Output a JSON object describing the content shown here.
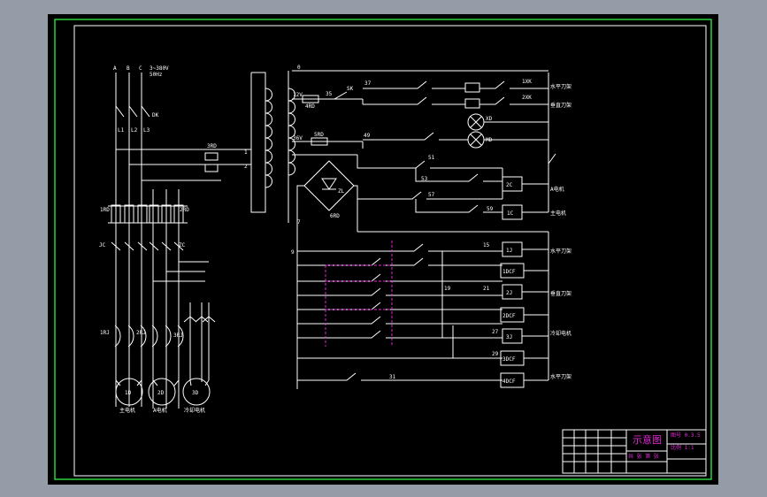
{
  "colors": {
    "viewport_bg": "#959ca7",
    "sheet_bg": "#000000",
    "frame": "#ffffff",
    "border": "#25d43c",
    "wire": "#ffffff",
    "dashed": "#e22ad6",
    "title_text": "#e22ad6"
  },
  "labels": {
    "phase_a": "A",
    "phase_b": "B",
    "phase_c": "C",
    "supply_1": "3~380V",
    "supply_2": "50Hz",
    "main_switch": "DK",
    "l1": "L1",
    "l2": "L2",
    "l3": "L3",
    "fuse_1rd": "1RD",
    "fuse_2rd": "2RD",
    "fuse_3rd": "3RD",
    "contactor_jc": "JC",
    "contactor_zc": "ZC",
    "relay_1rj": "1RJ",
    "relay_2rj": "2RJ",
    "relay_3rj": "3RJ",
    "motor_1d": "1D",
    "motor_2d": "2D",
    "motor_3d": "3D",
    "motor_1_name": "主电机",
    "motor_2_name": "A电机",
    "motor_3_name": "冷却电机",
    "node_1": "1",
    "node_2": "2",
    "node_0": "0",
    "v12": "12V",
    "v36": "36V",
    "fuse_4rd": "4RD",
    "fuse_5rd": "5RD",
    "fuse_6rd": "6RD",
    "switch_sk": "SK",
    "lamp_xd": "XD",
    "lamp_md": "MD",
    "node_35": "35",
    "node_37": "37",
    "node_49": "49",
    "node_51": "51",
    "node_53": "53",
    "node_57": "57",
    "node_59": "59",
    "node_7": "7",
    "node_9": "9",
    "node_15": "15",
    "node_19": "19",
    "node_21": "21",
    "node_27": "27",
    "node_29": "29",
    "node_31": "31",
    "bridge_zl": "ZL",
    "relay_1j": "1J",
    "relay_2j": "2J",
    "relay_3j": "3J",
    "dcf_1": "1DCF",
    "dcf_2": "2DCF",
    "dcf_3": "3DCF",
    "dcf_4": "4DCF",
    "relay_1xk": "1XK",
    "relay_2xk": "2XK",
    "desc_1": "水平刀架",
    "desc_2": "垂直刀架",
    "desc_3": "A电机",
    "desc_4": "主电机",
    "desc_5": "水平刀架",
    "desc_6": "垂直刀架",
    "desc_7": "冷却电机",
    "desc_8": "水平刀架"
  },
  "title_block": {
    "title": "示意图",
    "right_1": "图号 0.3.5",
    "right_2": "比例 1:1",
    "right_3": "共 张 第 张"
  }
}
